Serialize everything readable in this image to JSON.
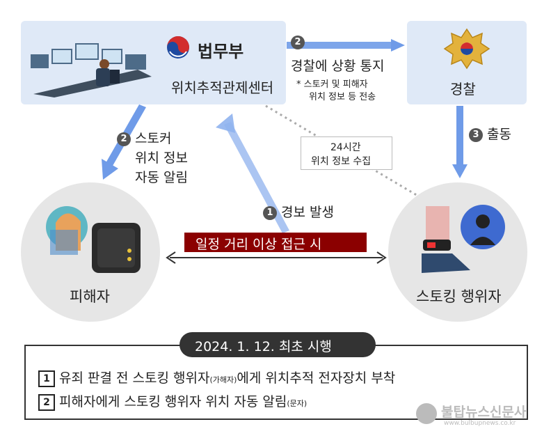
{
  "center": {
    "ministry": "법무부",
    "name": "위치추적관제센터"
  },
  "police": {
    "name": "경찰"
  },
  "victim": {
    "label": "피해자"
  },
  "offender": {
    "label": "스토킹 행위자"
  },
  "flows": {
    "notify_num": "2",
    "notify_title": "경찰에 상황 통지",
    "notify_note_line1": "* 스토커 및 피해자",
    "notify_note_line2": "위치 정보 등 전송",
    "dispatch_num": "3",
    "dispatch_label": "출동",
    "auto_num": "2",
    "auto_line1": "스토커",
    "auto_line2": "위치 정보",
    "auto_line3": "자동 알림",
    "collect_line1": "24시간",
    "collect_line2": "위치 정보 수집",
    "alarm_num": "1",
    "alarm_label": "경보 발생",
    "approach_label": "일정 거리 이상 접근 시"
  },
  "notice": {
    "title": "2024. 1. 12. 최초 시행",
    "item1_num": "1",
    "item1_a": "유죄 판결 전 스토킹 행위자",
    "item1_small": "(가해자)",
    "item1_b": "에게 위치추적 전자장치 부착",
    "item2_num": "2",
    "item2_a": "피해자에게 스토킹 행위자 위치 자동 알림",
    "item2_small": "(문자)"
  },
  "watermark": {
    "name": "불탑뉴스신문사",
    "url": "www.bulbupnews.co.kr"
  },
  "colors": {
    "box": "#dfe9f7",
    "arrow": "#6f9be8",
    "banner": "#8b0000",
    "circle": "#e6e6e6"
  }
}
